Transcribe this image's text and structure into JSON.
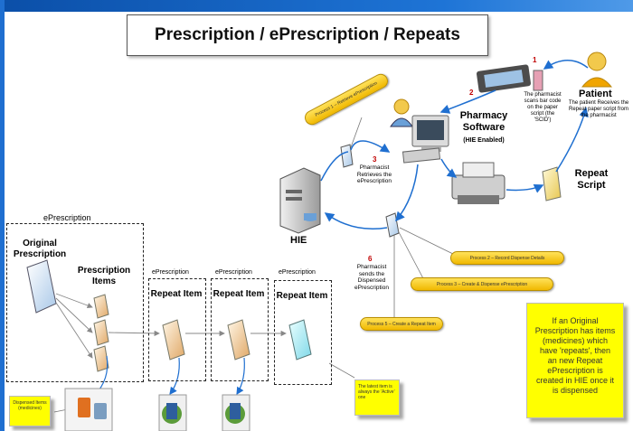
{
  "title": "Prescription / ePrescription / Repeats",
  "patient": {
    "label": "Patient",
    "desc": "The patient Receives the Repeat paper script from  the pharmacist"
  },
  "step1": {
    "num": "1",
    "desc": "The pharmacist scans bar code on the paper script (the 'SCID')"
  },
  "step2": {
    "num": "2"
  },
  "step3": {
    "num": "3",
    "desc": "Pharmacist Retrieves the ePrescription"
  },
  "step6": {
    "num": "6",
    "desc": "Pharmacist sends the Dispensed ePrescription"
  },
  "pharmacy": {
    "label": "Pharmacy Software",
    "sub": "(HIE Enabled)"
  },
  "repeat_script": "Repeat Script",
  "hie": "HIE",
  "pills": {
    "p1": "Process 1 – Retrieve ePrescription",
    "p2": "Process 2 – Record Dispense Details",
    "p3": "Process 3 – Create & Dispense ePrescription",
    "p4": "Process 5 – Create a Repeat Item"
  },
  "eprescription_group": {
    "heading": "ePrescription",
    "original": "Original Prescription",
    "items": "Prescription Items"
  },
  "repeat_groups": [
    {
      "heading": "ePrescription",
      "label": "Repeat Item"
    },
    {
      "heading": "ePrescription",
      "label": "Repeat Item"
    },
    {
      "heading": "ePrescription",
      "label": "Repeat Item"
    }
  ],
  "dispensed_note": "Dispensed Items (medicines)",
  "latest_note": "The latest item is always the 'Active' one",
  "big_note": "If an Original Prescription has items (medicines) which have 'repeats', then an new Repeat ePrescription is created in HIE once it is dispensed",
  "colors": {
    "accent_blue": "#1f6fd0",
    "note_yellow": "#ffff00",
    "pill_yellow": "#f5c400",
    "step_red": "#c00000"
  }
}
